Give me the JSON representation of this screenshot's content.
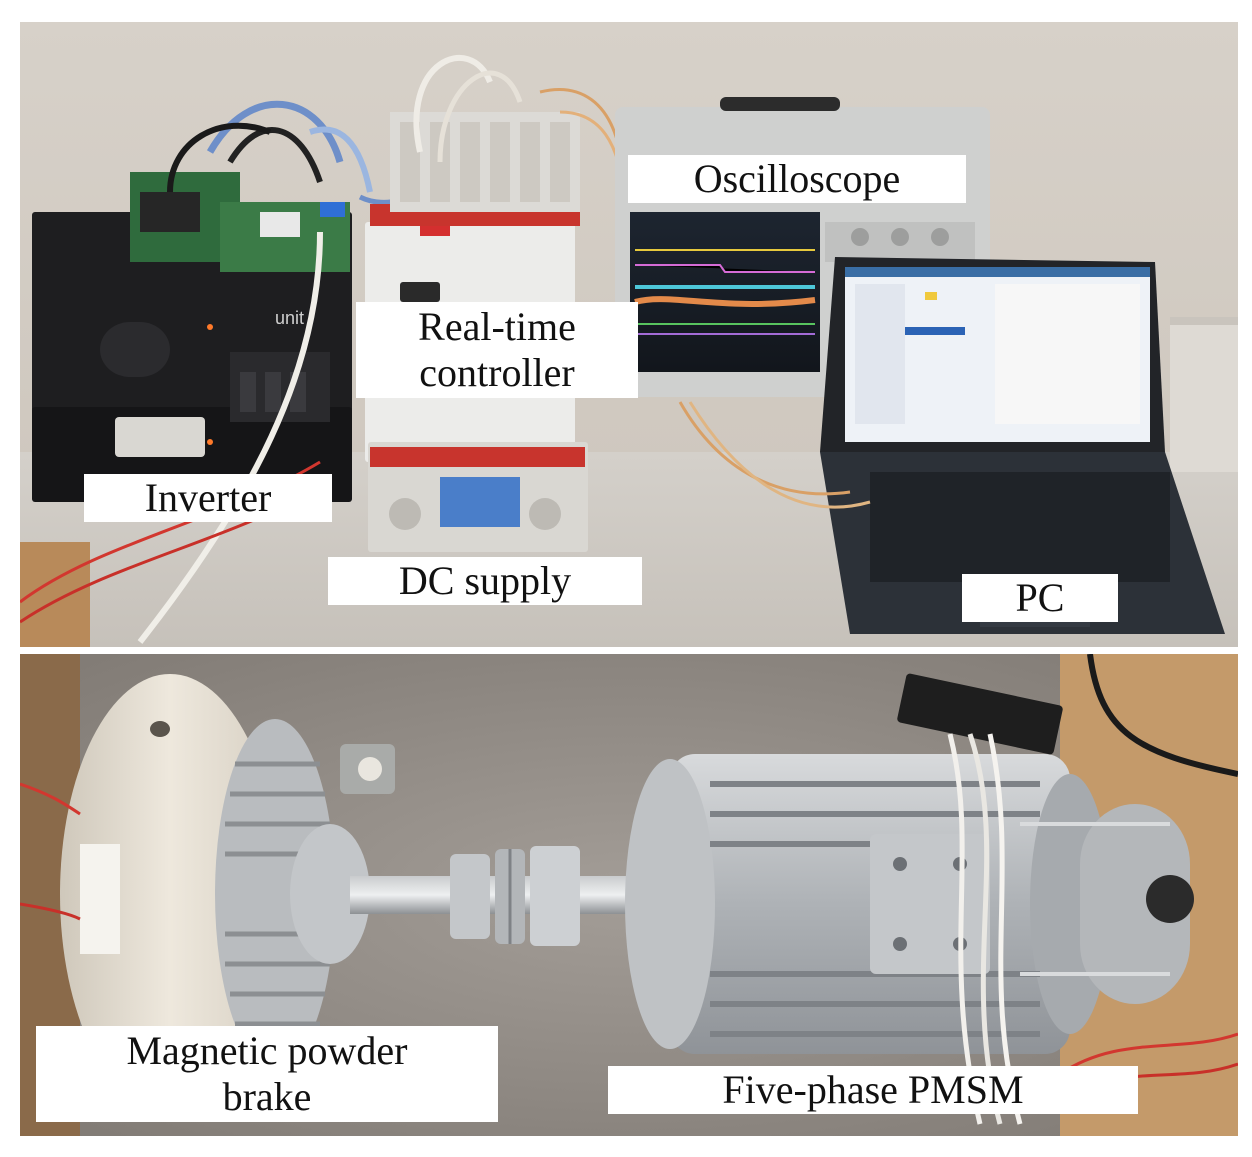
{
  "figure": {
    "top_panel": {
      "labels": {
        "oscilloscope": "Oscilloscope",
        "controller_line1": "Real-time",
        "controller_line2": "controller",
        "inverter": "Inverter",
        "dc_supply": "DC supply",
        "pc": "PC"
      },
      "inverter_brand_text": "unit"
    },
    "bottom_panel": {
      "labels": {
        "brake_line1": "Magnetic powder",
        "brake_line2": "brake",
        "motor": "Five-phase PMSM"
      }
    }
  },
  "colors": {
    "wall": "#d9d3cb",
    "bench": "#cfcac3",
    "floor": "#8d8680",
    "inverter_body": "#1c1c1e",
    "aluminum": "#b9bcbf",
    "brake_body": "#e8e2d6",
    "cable_red": "#d2372f",
    "cable_white": "#f2f0ec",
    "cable_blue": "#6e8fc9"
  }
}
